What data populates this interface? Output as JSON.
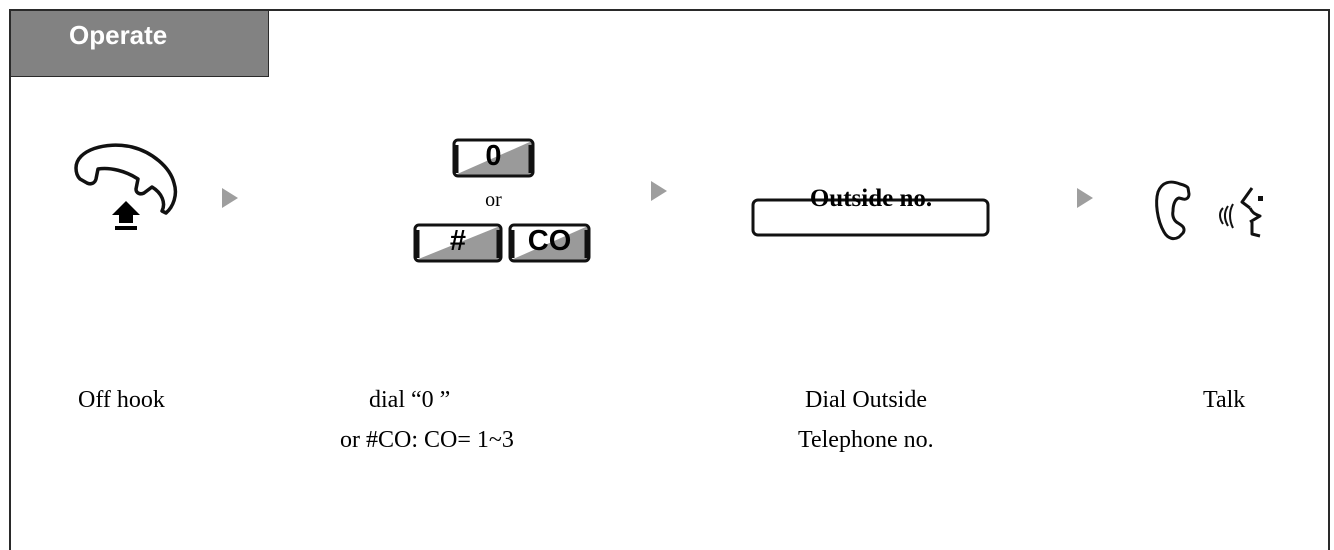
{
  "header": {
    "title": "Operate"
  },
  "colors": {
    "header_bg": "#828282",
    "arrow": "#9e9e9e",
    "key_shade": "#9a9a9a",
    "border": "#2a2a2a"
  },
  "steps": [
    {
      "icon": "handset-off-hook-icon",
      "caption": [
        "Off hook"
      ]
    },
    {
      "icon": "keys",
      "keys": {
        "zero": "0",
        "or_label": "or",
        "hash": "#",
        "co": "CO"
      },
      "caption": [
        "dial “0 ”",
        "or #CO: CO= 1~3"
      ]
    },
    {
      "icon": "outside-number-box",
      "box_label": "Outside no.",
      "caption": [
        "Dial Outside",
        "Telephone no."
      ]
    },
    {
      "icon": "talking-handset-icon",
      "caption": [
        "Talk"
      ]
    }
  ]
}
